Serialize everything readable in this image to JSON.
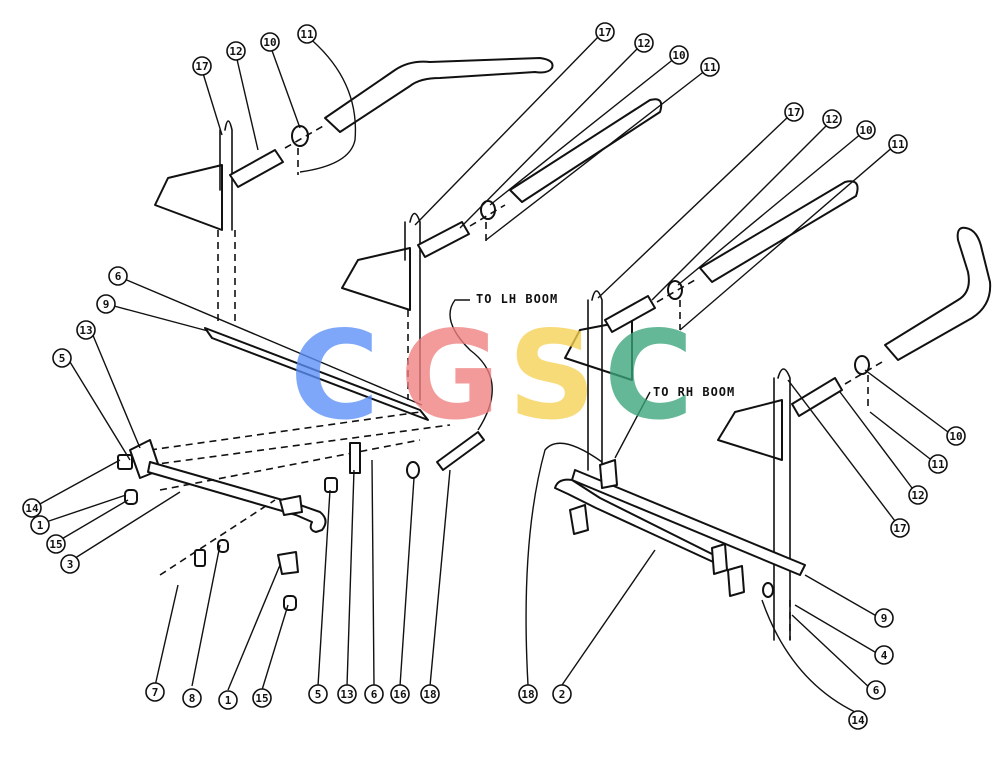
{
  "diagram": {
    "notes": {
      "to_lh_boom": "TO LH BOOM",
      "to_rh_boom": "TO RH BOOM"
    },
    "callouts": [
      {
        "id": "c17a",
        "label": "17"
      },
      {
        "id": "c12a",
        "label": "12"
      },
      {
        "id": "c10a",
        "label": "10"
      },
      {
        "id": "c11a",
        "label": "11"
      },
      {
        "id": "c17b",
        "label": "17"
      },
      {
        "id": "c12b",
        "label": "12"
      },
      {
        "id": "c10b",
        "label": "10"
      },
      {
        "id": "c11b",
        "label": "11"
      },
      {
        "id": "c17c",
        "label": "17"
      },
      {
        "id": "c12c",
        "label": "12"
      },
      {
        "id": "c10c",
        "label": "10"
      },
      {
        "id": "c11c",
        "label": "11"
      },
      {
        "id": "c6a",
        "label": "6"
      },
      {
        "id": "c9a",
        "label": "9"
      },
      {
        "id": "c13a",
        "label": "13"
      },
      {
        "id": "c5a",
        "label": "5"
      },
      {
        "id": "c14a",
        "label": "14"
      },
      {
        "id": "c1a",
        "label": "1"
      },
      {
        "id": "c15a",
        "label": "15"
      },
      {
        "id": "c3",
        "label": "3"
      },
      {
        "id": "c7",
        "label": "7"
      },
      {
        "id": "c8",
        "label": "8"
      },
      {
        "id": "c1b",
        "label": "1"
      },
      {
        "id": "c15b",
        "label": "15"
      },
      {
        "id": "c5b",
        "label": "5"
      },
      {
        "id": "c13b",
        "label": "13"
      },
      {
        "id": "c6b",
        "label": "6"
      },
      {
        "id": "c16",
        "label": "16"
      },
      {
        "id": "c18a",
        "label": "18"
      },
      {
        "id": "c18b",
        "label": "18"
      },
      {
        "id": "c2",
        "label": "2"
      },
      {
        "id": "c14b",
        "label": "14"
      },
      {
        "id": "c6c",
        "label": "6"
      },
      {
        "id": "c4",
        "label": "4"
      },
      {
        "id": "c9b",
        "label": "9"
      },
      {
        "id": "c10d",
        "label": "10"
      },
      {
        "id": "c11d",
        "label": "11"
      },
      {
        "id": "c12d",
        "label": "12"
      },
      {
        "id": "c17d",
        "label": "17"
      }
    ]
  },
  "watermark": {
    "letters": [
      {
        "char": "C",
        "color": "#5b8ff9"
      },
      {
        "char": "G",
        "color": "#f08080"
      },
      {
        "char": "S",
        "color": "#f7d154"
      },
      {
        "char": "C",
        "color": "#3aa57a"
      }
    ]
  }
}
